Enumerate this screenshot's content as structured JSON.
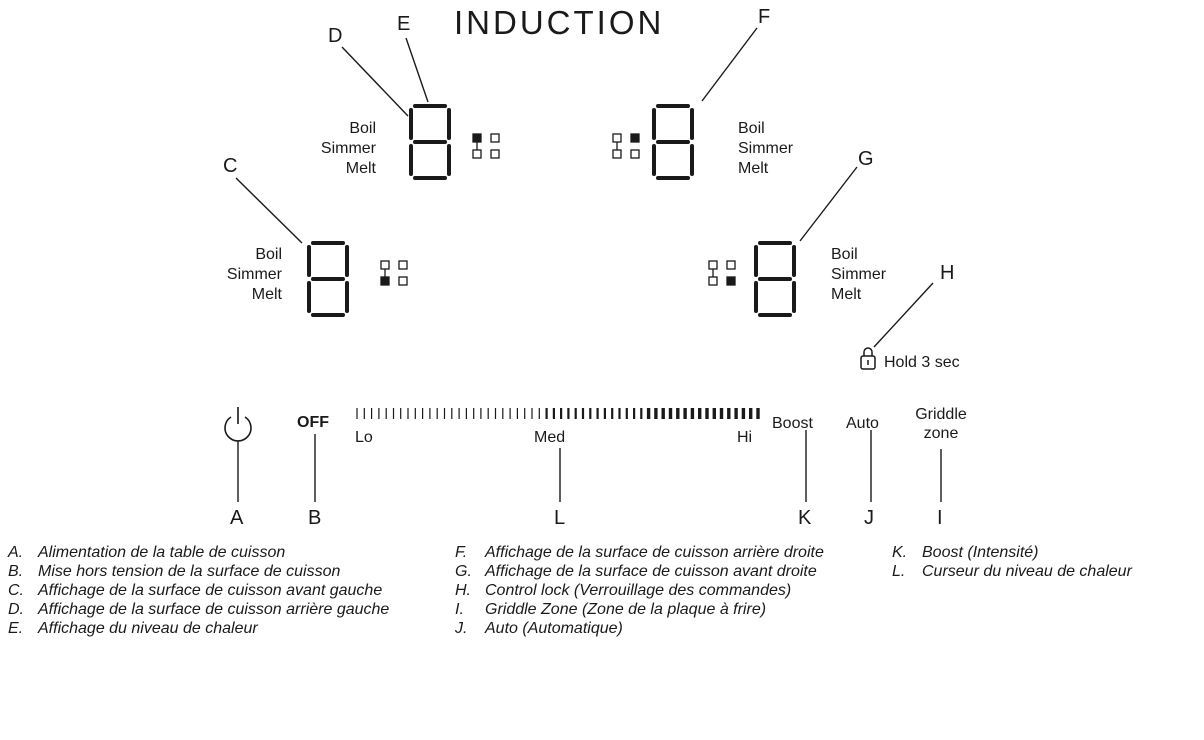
{
  "title": "INDUCTION",
  "zone_labels": {
    "rear_left": [
      "Boil",
      "Simmer",
      "Melt"
    ],
    "rear_right": [
      "Boil",
      "Simmer",
      "Melt"
    ],
    "front_left": [
      "Boil",
      "Simmer",
      "Melt"
    ],
    "front_right": [
      "Boil",
      "Simmer",
      "Melt"
    ]
  },
  "controls": {
    "off_label": "OFF",
    "slider": {
      "lo": "Lo",
      "med": "Med",
      "hi": "Hi"
    },
    "boost_label": "Boost",
    "auto_label": "Auto",
    "griddle_label_1": "Griddle",
    "griddle_label_2": "zone",
    "hold_label": "Hold 3 sec"
  },
  "callouts": {
    "A": "A",
    "B": "B",
    "C": "C",
    "D": "D",
    "E": "E",
    "F": "F",
    "G": "G",
    "H": "H",
    "I": "I",
    "J": "J",
    "K": "K",
    "L": "L"
  },
  "legend": {
    "col1": [
      {
        "key": "A.",
        "text": "Alimentation de la table de cuisson"
      },
      {
        "key": "B.",
        "text": "Mise hors tension de la surface de cuisson"
      },
      {
        "key": "C.",
        "text": "Affichage de la surface de cuisson avant gauche"
      },
      {
        "key": "D.",
        "text": "Affichage de la surface de cuisson arrière gauche"
      },
      {
        "key": "E.",
        "text": "Affichage du niveau de chaleur"
      }
    ],
    "col2": [
      {
        "key": "F.",
        "text": "Affichage de la surface de cuisson arrière droite"
      },
      {
        "key": "G.",
        "text": "Affichage de la surface de cuisson avant droite"
      },
      {
        "key": "H.",
        "text": "Control lock (Verrouillage des commandes)"
      },
      {
        "key": "I.",
        "text": "Griddle Zone (Zone de la plaque à frire)"
      },
      {
        "key": "J.",
        "text": "Auto (Automatique)"
      }
    ],
    "col3": [
      {
        "key": "K.",
        "text": "Boost (Intensité)"
      },
      {
        "key": "L.",
        "text": "Curseur du niveau de chaleur"
      }
    ]
  }
}
